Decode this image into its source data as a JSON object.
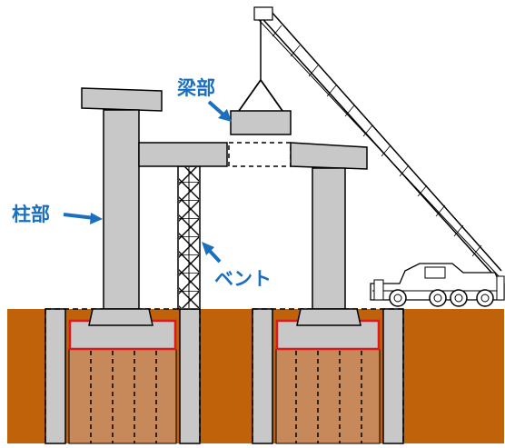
{
  "labels": {
    "beam": "梁部",
    "column": "柱部",
    "bent": "ベント"
  },
  "colors": {
    "label_blue": "#1a6fbf",
    "soil": "#c0620a",
    "pile": "#c8895a",
    "concrete": "#c8c8c8",
    "outline": "#000000",
    "highlight_red": "#e01818"
  }
}
